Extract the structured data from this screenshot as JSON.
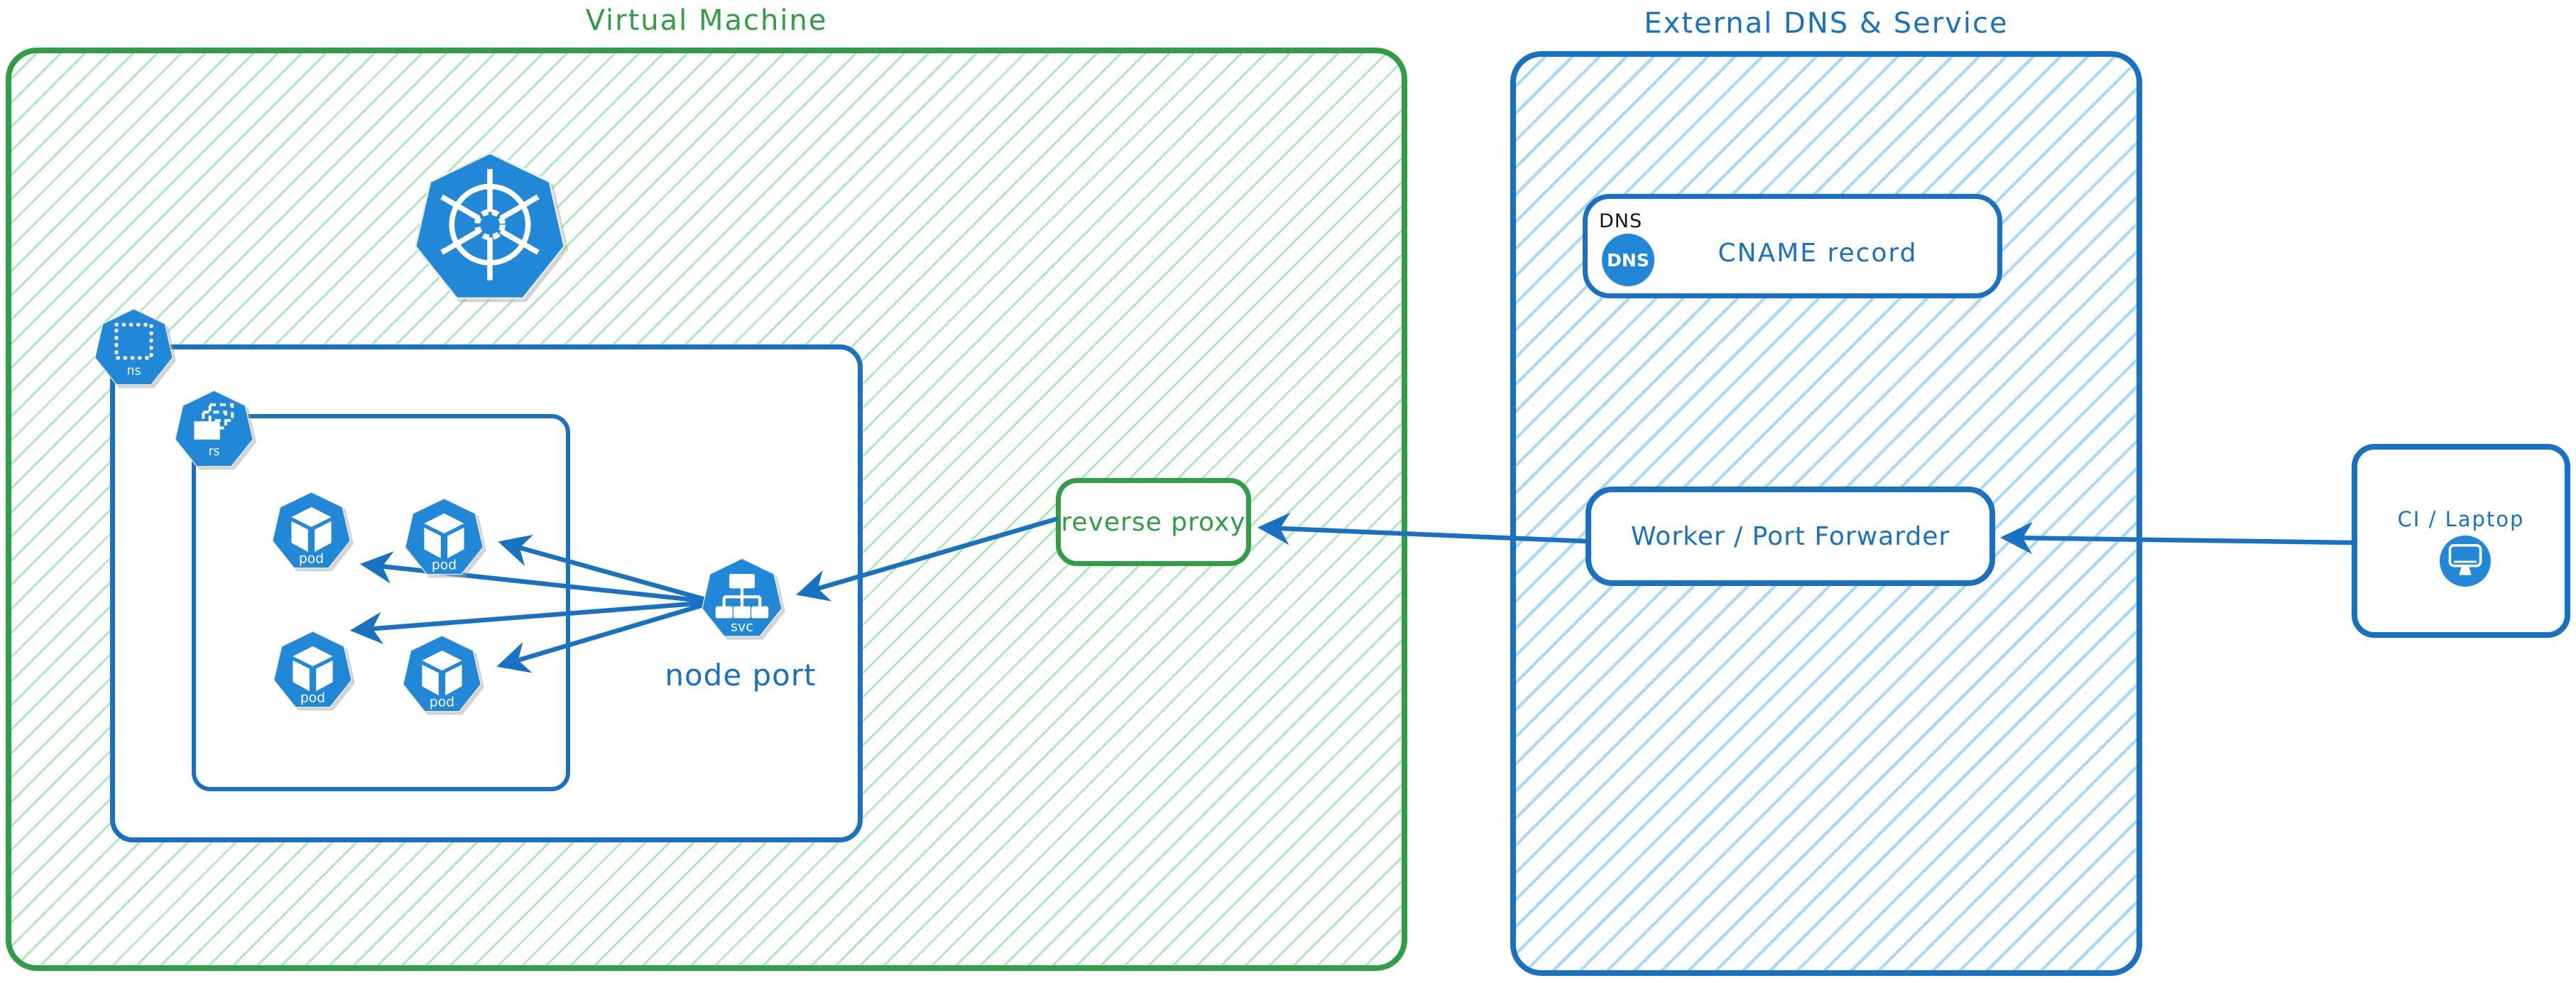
{
  "titles": {
    "vm_group": "Virtual Machine",
    "external_group": "External DNS & Service"
  },
  "kubernetes": {
    "namespace_badge": "ns",
    "replicaset_badge": "rs",
    "pod_badge": "pod",
    "service_badge": "svc",
    "service_caption": "node port"
  },
  "nodes": {
    "reverse_proxy": "reverse proxy",
    "dns_tag": "DNS",
    "dns_icon_label": "DNS",
    "cname_record": "CNAME record",
    "worker": "Worker / Port Forwarder",
    "client": "CI / Laptop"
  },
  "icons": {
    "kubernetes": "kubernetes-helm-wheel",
    "namespace": "dotted-square",
    "replicaset": "stacked-dashed-rectangles",
    "pod": "cube",
    "service": "hierarchy-tree",
    "dns": "dns-badge-circle",
    "client": "desktop-monitor"
  },
  "colors": {
    "green": "#2f9e44",
    "green_hatch": "#96e8ab",
    "blue": "#1971c2",
    "icon_blue": "#2187d7",
    "blue_hatch": "#a5d8ff"
  }
}
